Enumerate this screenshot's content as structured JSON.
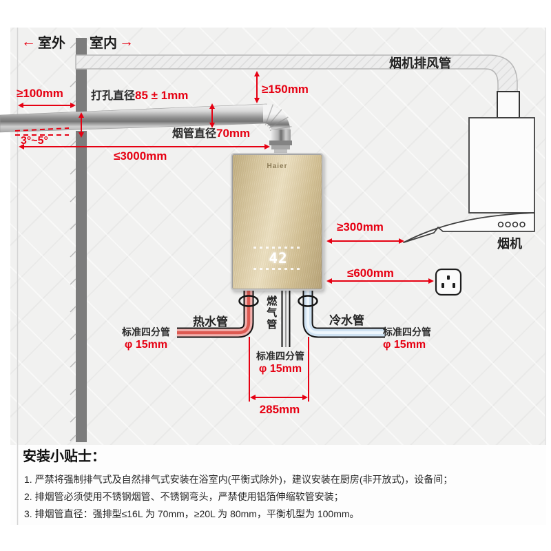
{
  "regions": {
    "outdoor": "室外",
    "indoor": "室内"
  },
  "icons": {
    "left_arrow": "←",
    "right_arrow": "→"
  },
  "duct": {
    "label": "烟机排风管"
  },
  "hood": {
    "label": "烟机"
  },
  "flue": {
    "outdoor_clearance": "≥100mm",
    "hole_prefix": "打孔直径",
    "hole_diameter": "85 ± 1mm",
    "top_clearance": "≥150mm",
    "diameter_prefix": "烟管直径",
    "diameter": "70mm",
    "slope": "3°~5°",
    "max_length": "≤3000mm"
  },
  "clearances": {
    "hood": "≥300mm",
    "socket": "≤600mm"
  },
  "pipes": {
    "hot": "热水管",
    "gas": "燃气管",
    "cold": "冷水管",
    "spec_name": "标准四分管",
    "spec_diameter": "φ 15mm",
    "spacing": "285mm"
  },
  "heater": {
    "brand": "Haier",
    "display_temp": "42"
  },
  "tips": {
    "title": "安装小贴士：",
    "items": [
      "1. 严禁将强制排气式及自然排气式安装在浴室内(平衡式除外)，建议安装在厨房(非开放式)，设备间；",
      "2. 排烟管必须使用不锈钢烟管、不锈钢弯头，严禁使用铝箔伸缩软管安装；",
      "3. 排烟管直径：强排型≤16L 为 70mm，≥20L 为 80mm，平衡机型为 100mm。"
    ]
  },
  "colors": {
    "accent_red": "#e60012",
    "wall": "#7c7c7c",
    "heater_gold": "#d8c79f"
  }
}
